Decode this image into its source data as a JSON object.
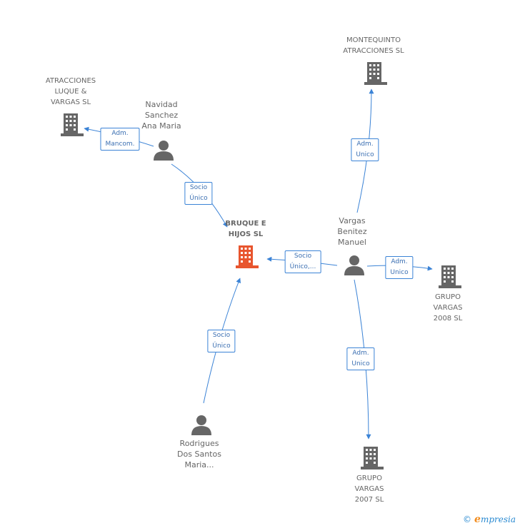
{
  "nodes": {
    "bruque": {
      "label": "BRUQUE E\nHIJOS SL",
      "type": "company",
      "icon": "building-icon",
      "color": "#e8552e"
    },
    "luque": {
      "label": "ATRACCIONES\nLUQUE &\nVARGAS SL",
      "type": "company",
      "icon": "building-icon",
      "color": "#666666"
    },
    "navidad": {
      "label": "Navidad\nSanchez\nAna Maria",
      "type": "person",
      "icon": "person-icon",
      "color": "#666666"
    },
    "montequinto": {
      "label": "MONTEQUINTO\nATRACCIONES SL",
      "type": "company",
      "icon": "building-icon",
      "color": "#666666"
    },
    "vargas": {
      "label": "Vargas\nBenitez\nManuel",
      "type": "person",
      "icon": "person-icon",
      "color": "#666666"
    },
    "grupo2008": {
      "label": "GRUPO\nVARGAS\n2008 SL",
      "type": "company",
      "icon": "building-icon",
      "color": "#666666"
    },
    "grupo2007": {
      "label": "GRUPO\nVARGAS\n2007 SL",
      "type": "company",
      "icon": "building-icon",
      "color": "#666666"
    },
    "rodrigues": {
      "label": "Rodrigues\nDos Santos\nMaria...",
      "type": "person",
      "icon": "person-icon",
      "color": "#666666"
    }
  },
  "edges": [
    {
      "id": "e1",
      "label": "Adm.\nMancom."
    },
    {
      "id": "e2",
      "label": "Socio\nÚnico"
    },
    {
      "id": "e3",
      "label": "Adm.\nUnico"
    },
    {
      "id": "e4",
      "label": "Socio\nÚnico,..."
    },
    {
      "id": "e5",
      "label": "Adm.\nUnico"
    },
    {
      "id": "e6",
      "label": "Adm.\nUnico"
    },
    {
      "id": "e7",
      "label": "Socio\nÚnico"
    }
  ],
  "brand": {
    "symbol": "©",
    "text": "mpresia",
    "initial": "e"
  },
  "colors": {
    "edge": "#3b83d6",
    "focus": "#e8552e",
    "node": "#666666"
  }
}
